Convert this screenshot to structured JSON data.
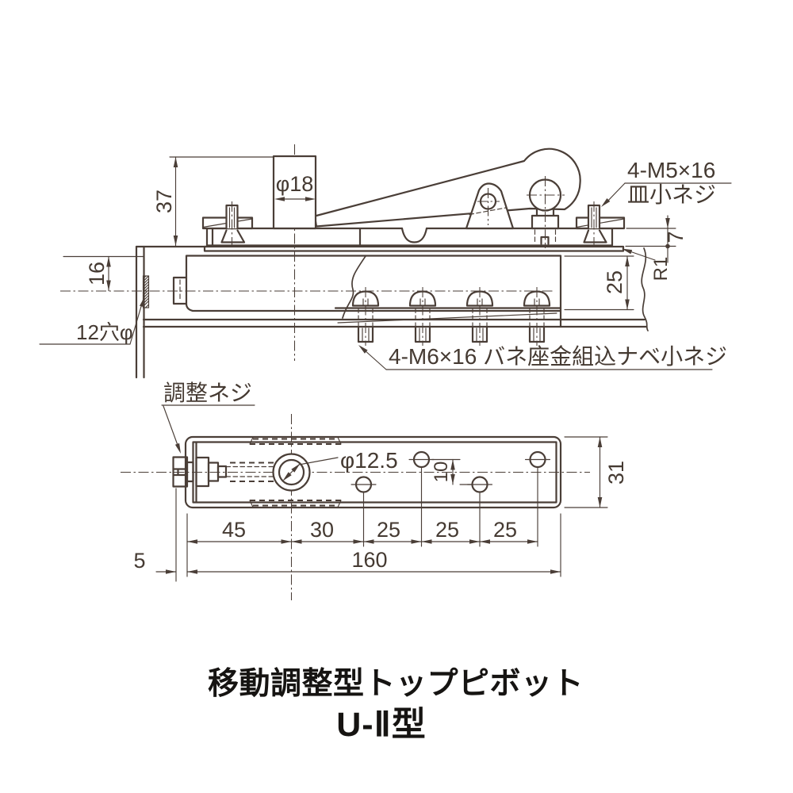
{
  "colors": {
    "line": "#4a3e37",
    "text": "#453a32",
    "title": "#161412",
    "background": "#ffffff"
  },
  "side_view": {
    "dim_height": "37",
    "dim_shaft_dia": "φ18",
    "dim_frame_to_center": "16",
    "frame_hole_label": "12穴φ",
    "top_screw_label_1": "4-M5×16",
    "top_screw_label_2": "皿小ネジ",
    "dim_plate_offset": "7",
    "corner_radius_label": "R1",
    "dim_case_height": "25",
    "bottom_screw_label": "4-M6×16 バネ座金組込ナベ小ネジ"
  },
  "plan_view": {
    "adjust_screw_label": "調整ネジ",
    "dim_pivot_hole": "φ12.5",
    "dim_hole_offset": "10",
    "dim_case_width": "31",
    "dim_seg_1": "45",
    "dim_seg_2": "30",
    "dim_seg_3": "25",
    "dim_seg_4": "25",
    "dim_seg_5": "25",
    "dim_total_length": "160",
    "dim_end_margin": "5"
  },
  "title": {
    "line1": "移動調整型トップピボット",
    "line2": "U-Ⅱ型"
  }
}
